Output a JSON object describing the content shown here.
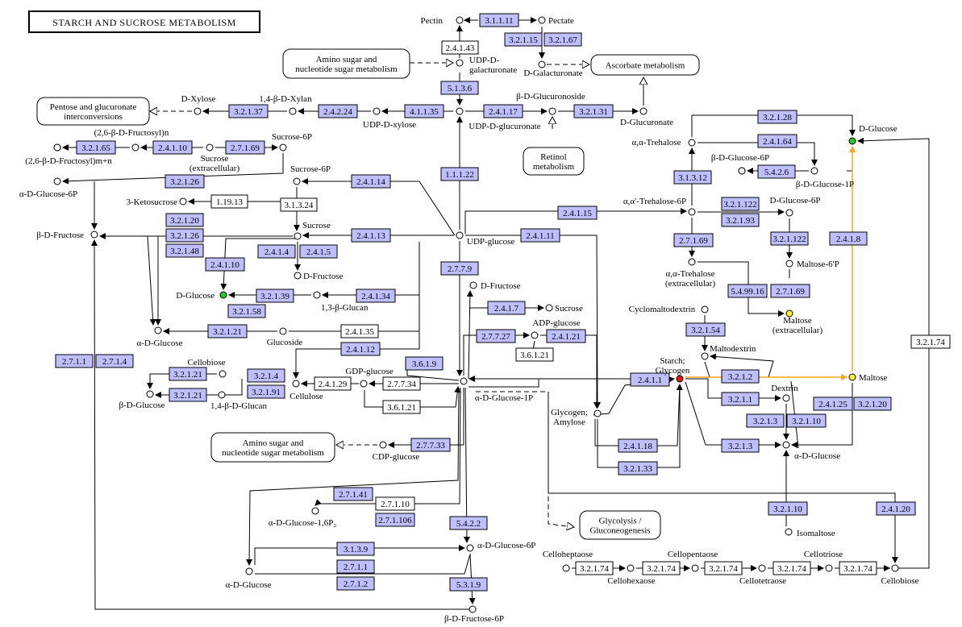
{
  "title": "STARCH AND SUCROSE METABOLISM",
  "colors": {
    "enzyme_fill": "#bfbfff",
    "enzyme_stroke": "#000000",
    "plain_fill": "#ffffff",
    "compound_fill": "#ffffff",
    "green": "#22cc22",
    "red": "#ee1111",
    "yellow": "#ffee33",
    "orange": "#f5a623",
    "line": "#000000"
  },
  "enzymes": [
    {
      "id": "e1",
      "label": "3.1.1.11",
      "type": "enzyme"
    },
    {
      "id": "e2",
      "label": "2.4.1.43",
      "type": "plain"
    },
    {
      "id": "e3",
      "label": "3.2.1.15",
      "type": "enzyme"
    },
    {
      "id": "e4",
      "label": "3.2.1.67",
      "type": "enzyme"
    },
    {
      "id": "e5",
      "label": "5.1.3.6",
      "type": "enzyme"
    },
    {
      "id": "e6",
      "label": "3.2.1.37",
      "type": "enzyme"
    },
    {
      "id": "e7",
      "label": "2.4.2.24",
      "type": "enzyme"
    },
    {
      "id": "e8",
      "label": "4.1.1.35",
      "type": "enzyme"
    },
    {
      "id": "e9",
      "label": "2.4.1.17",
      "type": "enzyme"
    },
    {
      "id": "e10",
      "label": "3.2.1.31",
      "type": "enzyme"
    },
    {
      "id": "e11",
      "label": "3.2.1.65",
      "type": "enzyme"
    },
    {
      "id": "e12",
      "label": "2.4.1.10",
      "type": "enzyme"
    },
    {
      "id": "e13",
      "label": "2.7.1.69",
      "type": "enzyme"
    },
    {
      "id": "e14",
      "label": "3.2.1.26",
      "type": "enzyme"
    },
    {
      "id": "e15",
      "label": "2.4.1.14",
      "type": "enzyme"
    },
    {
      "id": "e16",
      "label": "3.1.3.24",
      "type": "plain"
    },
    {
      "id": "e17",
      "label": "1.19.13",
      "type": "plain"
    },
    {
      "id": "e18",
      "label": "1.1.1.22",
      "type": "enzyme"
    },
    {
      "id": "e19",
      "label": "3.2.1.20",
      "type": "enzyme"
    },
    {
      "id": "e20",
      "label": "3.2.1.26",
      "type": "enzyme"
    },
    {
      "id": "e21",
      "label": "3.2.1.48",
      "type": "enzyme"
    },
    {
      "id": "e22",
      "label": "2.4.1.13",
      "type": "enzyme"
    },
    {
      "id": "e23",
      "label": "2.4.1.4",
      "type": "enzyme"
    },
    {
      "id": "e24",
      "label": "2.4.1.5",
      "type": "enzyme"
    },
    {
      "id": "e25",
      "label": "2.4.1.10",
      "type": "enzyme"
    },
    {
      "id": "e26",
      "label": "2.4.1.15",
      "type": "enzyme"
    },
    {
      "id": "e27",
      "label": "2.4.1.11",
      "type": "enzyme"
    },
    {
      "id": "e28",
      "label": "2.7.7.9",
      "type": "enzyme"
    },
    {
      "id": "e29",
      "label": "3.2.1.39",
      "type": "enzyme"
    },
    {
      "id": "e30",
      "label": "2.4.1.34",
      "type": "enzyme"
    },
    {
      "id": "e31",
      "label": "3.2.1.58",
      "type": "enzyme"
    },
    {
      "id": "e32",
      "label": "3.2.1.21",
      "type": "enzyme"
    },
    {
      "id": "e33",
      "label": "2.4.1.35",
      "type": "plain"
    },
    {
      "id": "e34",
      "label": "2.4.1.12",
      "type": "enzyme"
    },
    {
      "id": "e35",
      "label": "2.7.1.1",
      "type": "enzyme"
    },
    {
      "id": "e36",
      "label": "2.7.1.4",
      "type": "enzyme"
    },
    {
      "id": "e37",
      "label": "3.2.1.21",
      "type": "enzyme"
    },
    {
      "id": "e38",
      "label": "3.2.1.4",
      "type": "enzyme"
    },
    {
      "id": "e39",
      "label": "3.2.1.21",
      "type": "enzyme"
    },
    {
      "id": "e40",
      "label": "3.2.1.91",
      "type": "enzyme"
    },
    {
      "id": "e41",
      "label": "2.4.1.29",
      "type": "plain"
    },
    {
      "id": "e42",
      "label": "2.7.7.34",
      "type": "plain"
    },
    {
      "id": "e43",
      "label": "3.6.1.21",
      "type": "plain"
    },
    {
      "id": "e44",
      "label": "3.6.1.9",
      "type": "enzyme"
    },
    {
      "id": "e45",
      "label": "2.4.1.7",
      "type": "enzyme"
    },
    {
      "id": "e46",
      "label": "2.7.7.27",
      "type": "enzyme"
    },
    {
      "id": "e47",
      "label": "2.4.1.21",
      "type": "enzyme"
    },
    {
      "id": "e48",
      "label": "3.6.1.21",
      "type": "plain"
    },
    {
      "id": "e49",
      "label": "2.7.7.33",
      "type": "enzyme"
    },
    {
      "id": "e50",
      "label": "2.7.1.41",
      "type": "enzyme"
    },
    {
      "id": "e51",
      "label": "2.7.1.10",
      "type": "plain"
    },
    {
      "id": "e52",
      "label": "2.7.1.106",
      "type": "enzyme"
    },
    {
      "id": "e53",
      "label": "5.4.2.2",
      "type": "enzyme"
    },
    {
      "id": "e54",
      "label": "3.1.3.9",
      "type": "enzyme"
    },
    {
      "id": "e55",
      "label": "2.7.1.1",
      "type": "enzyme"
    },
    {
      "id": "e56",
      "label": "2.7.1.2",
      "type": "enzyme"
    },
    {
      "id": "e57",
      "label": "5.3.1.9",
      "type": "enzyme"
    },
    {
      "id": "e58",
      "label": "3.2.1.28",
      "type": "enzyme"
    },
    {
      "id": "e59",
      "label": "2.4.1.64",
      "type": "enzyme"
    },
    {
      "id": "e60",
      "label": "5.4.2.6",
      "type": "enzyme"
    },
    {
      "id": "e61",
      "label": "3.1.3.12",
      "type": "enzyme"
    },
    {
      "id": "e62",
      "label": "3.2.1.122",
      "type": "enzyme"
    },
    {
      "id": "e63",
      "label": "3.2.1.93",
      "type": "enzyme"
    },
    {
      "id": "e64",
      "label": "2.7.1.69",
      "type": "enzyme"
    },
    {
      "id": "e65",
      "label": "3.2.1.122",
      "type": "enzyme"
    },
    {
      "id": "e66",
      "label": "2.4.1.8",
      "type": "enzyme"
    },
    {
      "id": "e67",
      "label": "5.4.99.16",
      "type": "enzyme"
    },
    {
      "id": "e68",
      "label": "2.7.1.69",
      "type": "enzyme"
    },
    {
      "id": "e69",
      "label": "3.2.1.54",
      "type": "enzyme"
    },
    {
      "id": "e70",
      "label": "3.2.1.2",
      "type": "enzyme"
    },
    {
      "id": "e71",
      "label": "2.4.1.1",
      "type": "enzyme"
    },
    {
      "id": "e72",
      "label": "3.2.1.1",
      "type": "enzyme"
    },
    {
      "id": "e73",
      "label": "2.4.1.25",
      "type": "enzyme"
    },
    {
      "id": "e74",
      "label": "3.2.1.20",
      "type": "enzyme"
    },
    {
      "id": "e75",
      "label": "3.2.1.3",
      "type": "enzyme"
    },
    {
      "id": "e76",
      "label": "3.2.1.10",
      "type": "enzyme"
    },
    {
      "id": "e77",
      "label": "3.2.1.3",
      "type": "enzyme"
    },
    {
      "id": "e78",
      "label": "2.4.1.18",
      "type": "enzyme"
    },
    {
      "id": "e79",
      "label": "3.2.1.33",
      "type": "enzyme"
    },
    {
      "id": "e80",
      "label": "3.2.1.74",
      "type": "plain"
    },
    {
      "id": "e81",
      "label": "3.2.1.10",
      "type": "enzyme"
    },
    {
      "id": "e82",
      "label": "2.4.1.20",
      "type": "enzyme"
    },
    {
      "id": "e83",
      "label": "3.2.1.74",
      "type": "plain"
    },
    {
      "id": "e84",
      "label": "3.2.1.74",
      "type": "plain"
    },
    {
      "id": "e85",
      "label": "3.2.1.74",
      "type": "plain"
    },
    {
      "id": "e86",
      "label": "3.2.1.74",
      "type": "plain"
    },
    {
      "id": "e87",
      "label": "3.2.1.74",
      "type": "plain"
    }
  ],
  "compounds": [
    {
      "id": "c_pectin",
      "label": "Pectin",
      "status": "none"
    },
    {
      "id": "c_pectate",
      "label": "Pectate",
      "status": "none"
    },
    {
      "id": "c_udpgalact",
      "label": "UDP-D-\ngalacturonate",
      "status": "none"
    },
    {
      "id": "c_dgalact",
      "label": "D-Galacturonate",
      "status": "none"
    },
    {
      "id": "c_dxylose",
      "label": "D-Xylose",
      "status": "none"
    },
    {
      "id": "c_xylan",
      "label": "1,4-β-D-Xylan",
      "status": "none"
    },
    {
      "id": "c_udpxylose",
      "label": "UDP-D-xylose",
      "status": "none"
    },
    {
      "id": "c_udpglucur",
      "label": "UDP-D-glucuronate",
      "status": "none"
    },
    {
      "id": "c_bglucuron",
      "label": "β-D-Glucuronoside",
      "status": "none"
    },
    {
      "id": "c_dglucuron",
      "label": "D-Glucuronate",
      "status": "none"
    },
    {
      "id": "c_fructosyln",
      "label": "(2,6-β-D-Fructosyl)n",
      "status": "none"
    },
    {
      "id": "c_fructosylm",
      "label": "(2,6-β-D-Fructosyl)m+n",
      "status": "none"
    },
    {
      "id": "c_fructosyl2",
      "label": "",
      "status": "none"
    },
    {
      "id": "c_sucrose_ex",
      "label": "Sucrose\n(extracellular)",
      "status": "none"
    },
    {
      "id": "c_sucrose6p_a",
      "label": "Sucrose-6P",
      "status": "none"
    },
    {
      "id": "c_aglc6p_l",
      "label": "α-D-Glucose-6P",
      "status": "none"
    },
    {
      "id": "c_sucrose6p_b",
      "label": "Sucrose-6P",
      "status": "none"
    },
    {
      "id": "c_ketosucrose",
      "label": "3-Ketosucrose",
      "status": "none"
    },
    {
      "id": "c_bdfructose",
      "label": "β-D-Fructose",
      "status": "none"
    },
    {
      "id": "c_sucrose",
      "label": "Sucrose",
      "status": "none"
    },
    {
      "id": "c_dfructose_a",
      "label": "D-Fructose",
      "status": "none"
    },
    {
      "id": "c_udpglucose",
      "label": "UDP-glucose",
      "status": "none"
    },
    {
      "id": "c_dglucose_l",
      "label": "D-Glucose",
      "status": "green"
    },
    {
      "id": "c_glucan13",
      "label": "1,3-β-Glucan",
      "status": "none"
    },
    {
      "id": "c_adglucose_l",
      "label": "α-D-Glucose",
      "status": "none"
    },
    {
      "id": "c_glucoside",
      "label": "Glucoside",
      "status": "none"
    },
    {
      "id": "c_cellobiose_l",
      "label": "Cellobiose",
      "status": "none"
    },
    {
      "id": "c_bdglucose_l",
      "label": "β-D-Glucose",
      "status": "none"
    },
    {
      "id": "c_glucan14",
      "label": "1,4-β-D-Glucan",
      "status": "none"
    },
    {
      "id": "c_cellulose",
      "label": "Cellulose",
      "status": "none"
    },
    {
      "id": "c_gdpglucose",
      "label": "GDP-glucose",
      "status": "none"
    },
    {
      "id": "c_dfructose_b",
      "label": "D-Fructose",
      "status": "none"
    },
    {
      "id": "c_sucrose_b",
      "label": "Sucrose",
      "status": "none"
    },
    {
      "id": "c_adpglucose",
      "label": "ADP-glucose",
      "status": "none"
    },
    {
      "id": "c_adg1p",
      "label": "α-D-Glucose-1P",
      "status": "none"
    },
    {
      "id": "c_cdpglucose",
      "label": "CDP-glucose",
      "status": "none"
    },
    {
      "id": "c_adg16p",
      "label": "α-D-Glucose-1,6P₂",
      "status": "none"
    },
    {
      "id": "c_adg6p",
      "label": "α-D-Glucose-6P",
      "status": "none"
    },
    {
      "id": "c_adglucose_b",
      "label": "α-D-Glucose",
      "status": "none"
    },
    {
      "id": "c_bdf6p",
      "label": "β-D-Fructose-6P",
      "status": "none"
    },
    {
      "id": "c_dglucose_r",
      "label": "D-Glucose",
      "status": "green"
    },
    {
      "id": "c_aatrehalose",
      "label": "α,α-Trehalose",
      "status": "none"
    },
    {
      "id": "c_bdg6p",
      "label": "β-D-Glucose-6P",
      "status": "none"
    },
    {
      "id": "c_bdg1p",
      "label": "β-D-Glucose-1P",
      "status": "none"
    },
    {
      "id": "c_bdg6p_src",
      "label": "",
      "status": "none"
    },
    {
      "id": "c_trehalose6p",
      "label": "α,α'-Trehalose-6P",
      "status": "none"
    },
    {
      "id": "c_dg6p",
      "label": "D-Glucose-6P",
      "status": "none"
    },
    {
      "id": "c_trehalose_ex",
      "label": "α,α-Trehalose\n(extracellular)",
      "status": "none"
    },
    {
      "id": "c_maltose6p",
      "label": "Maltose-6'P",
      "status": "none"
    },
    {
      "id": "c_maltose_ex",
      "label": "Maltose\n(extracellular)",
      "status": "yellow"
    },
    {
      "id": "c_cyclomalto",
      "label": "Cyclomaltodextrin",
      "status": "none"
    },
    {
      "id": "c_maltodextrin",
      "label": "Maltodextrin",
      "status": "none"
    },
    {
      "id": "c_starch",
      "label": "Starch;\nGlycogen",
      "status": "red"
    },
    {
      "id": "c_maltose",
      "label": "Maltose",
      "status": "yellow"
    },
    {
      "id": "c_dextrin",
      "label": "Dextrin",
      "status": "none"
    },
    {
      "id": "c_glycogen_am",
      "label": "Glycogen;\nAmylose",
      "status": "none"
    },
    {
      "id": "c_adglucose_r",
      "label": "α-D-Glucose",
      "status": "none"
    },
    {
      "id": "c_isomaltose",
      "label": "Isomaltose",
      "status": "none"
    },
    {
      "id": "c_celloheptaose",
      "label": "Celloheptaose",
      "status": "none"
    },
    {
      "id": "c_cellohexaose",
      "label": "Cellohexaose",
      "status": "none"
    },
    {
      "id": "c_cellopentaose",
      "label": "Cellopentaose",
      "status": "none"
    },
    {
      "id": "c_cellotetraose",
      "label": "Cellotetraose",
      "status": "none"
    },
    {
      "id": "c_cellotriose",
      "label": "Cellotriose",
      "status": "none"
    },
    {
      "id": "c_cellobiose_r",
      "label": "Cellobiose",
      "status": "none"
    }
  ],
  "maps": [
    {
      "id": "m1",
      "label": "Amino sugar and\nnucleotide sugar metabolism"
    },
    {
      "id": "m2",
      "label": "Ascorbate metabolism"
    },
    {
      "id": "m3",
      "label": "Pentose and glucuronate\ninterconversions"
    },
    {
      "id": "m4",
      "label": "Retinol\nmetabolism"
    },
    {
      "id": "m5",
      "label": "Amino sugar and\nnucleotide sugar metabolism"
    },
    {
      "id": "m6",
      "label": "Glycolysis /\nGluconeogenesis"
    }
  ]
}
